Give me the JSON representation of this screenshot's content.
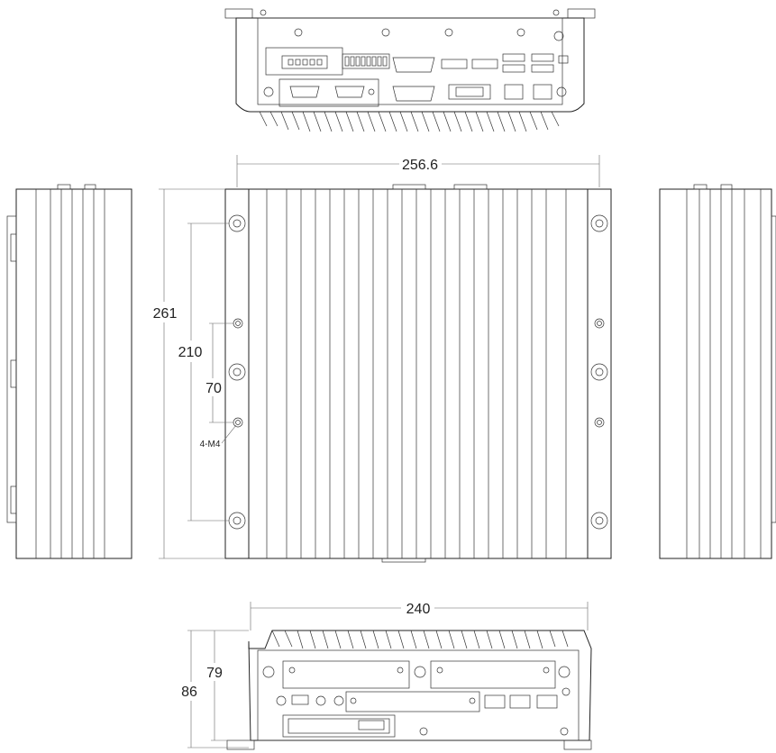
{
  "drawing": {
    "width_label": "256.6",
    "height_label": "261",
    "mount_spacing_label": "210",
    "hole_spacing_label": "70",
    "hole_callout": "4-M4",
    "front_width_label": "240",
    "front_height_outer_label": "86",
    "front_height_inner_label": "79"
  }
}
